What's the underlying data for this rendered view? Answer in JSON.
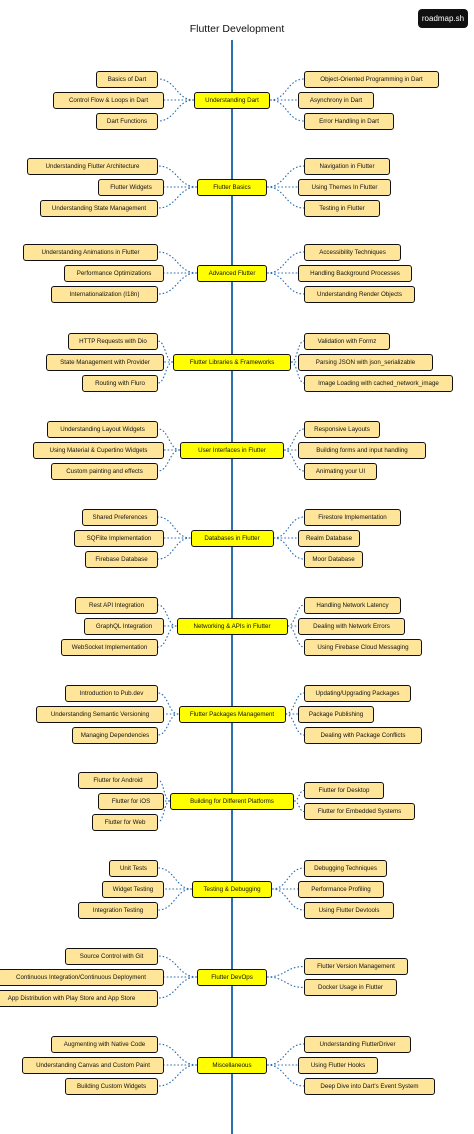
{
  "title": "Flutter Development",
  "brand": "roadmap.sh",
  "colors": {
    "topic": "#ffff00",
    "subtopic": "#ffe599",
    "spine": "#2a6fb0",
    "connector": "#2a6fb0"
  },
  "sections": [
    {
      "topic": "Understanding Dart",
      "left": [
        "Basics of Dart",
        "Control Flow & Loops in Dart",
        "Dart Functions"
      ],
      "right": [
        "Object-Oriented Programming in Dart",
        "Asynchrony in Dart",
        "Error Handling in Dart"
      ]
    },
    {
      "topic": "Flutter Basics",
      "left": [
        "Understanding Flutter Architecture",
        "Flutter Widgets",
        "Understanding State Management"
      ],
      "right": [
        "Navigation in Flutter",
        "Using Themes In Flutter",
        "Testing in Flutter"
      ]
    },
    {
      "topic": "Advanced Flutter",
      "left": [
        "Understanding Animations in Flutter",
        "Performance Optimizations",
        "Internationalization (I18n)"
      ],
      "right": [
        "Accessibility Techniques",
        "Handling Background Processes",
        "Understanding Render Objects"
      ]
    },
    {
      "topic": "Flutter Libraries & Frameworks",
      "left": [
        "HTTP Requests with Dio",
        "State Management with Provider",
        "Routing with Fluro"
      ],
      "right": [
        "Validation with Formz",
        "Parsing JSON with json_serializable",
        "Image Loading with cached_network_image"
      ]
    },
    {
      "topic": "User Interfaces in Flutter",
      "left": [
        "Understanding Layout Widgets",
        "Using Material & Cupertino Widgets",
        "Custom painting and effects"
      ],
      "right": [
        "Responsive Layouts",
        "Building forms and input handling",
        "Animating your UI"
      ]
    },
    {
      "topic": "Databases in Flutter",
      "left": [
        "Shared Preferences",
        "SQFlite Implementation",
        "Firebase Database"
      ],
      "right": [
        "Firestore Implementation",
        "Realm Database",
        "Moor Database"
      ]
    },
    {
      "topic": "Networking & APIs in Flutter",
      "left": [
        "Rest API Integration",
        "GraphQL Integration",
        "WebSocket Implementation"
      ],
      "right": [
        "Handling Network Latency",
        "Dealing with Network Errors",
        "Using Firebase Cloud Messaging"
      ]
    },
    {
      "topic": "Flutter Packages Management",
      "left": [
        "Introduction to Pub.dev",
        "Understanding Semantic Versioning",
        "Managing Dependencies"
      ],
      "right": [
        "Updating/Upgrading Packages",
        "Package Publishing",
        "Dealing with Package Conflicts"
      ]
    },
    {
      "topic": "Building for Different Platforms",
      "left": [
        "Flutter for Android",
        "Flutter for iOS",
        "Flutter for Web"
      ],
      "right": [
        "Flutter for Desktop",
        "Flutter for Embedded Systems"
      ]
    },
    {
      "topic": "Testing & Debugging",
      "left": [
        "Unit Tests",
        "Widget Testing",
        "Integration Testing"
      ],
      "right": [
        "Debugging Techniques",
        "Performance Profiling",
        "Using Flutter Devtools"
      ]
    },
    {
      "topic": "Flutter DevOps",
      "left": [
        "Source Control with Git",
        "Continuous Integration/Continuous Deployment",
        "App Distribution with Play Store and App Store"
      ],
      "right": [
        "Flutter Version Management",
        "Docker Usage in Flutter"
      ]
    },
    {
      "topic": "Miscellaneous",
      "left": [
        "Augmenting with Native Code",
        "Understanding Canvas and Custom Paint",
        "Building Custom Widgets"
      ],
      "right": [
        "Understanding FlutterDriver",
        "Using Flutter Hooks",
        "Deep Dive into Dart's Event System"
      ]
    }
  ]
}
